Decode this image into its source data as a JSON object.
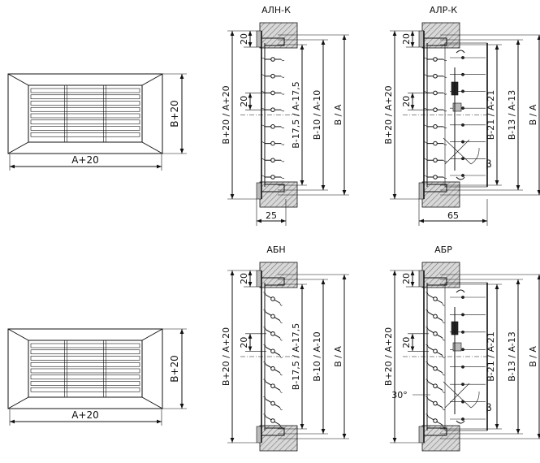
{
  "sheet": {
    "views": {
      "aln_k": {
        "title": "АЛН-К",
        "dim_top": "20",
        "dim_pitch": "20",
        "dim_overall": "B+20 / A+20",
        "dim_inner": "B-17,5 / A-17,5",
        "dim_mid": "B-10 / A-10",
        "dim_outer": "B / A",
        "dim_depth": "25"
      },
      "alr_k": {
        "title": "АЛР-К",
        "dim_top": "20",
        "dim_pitch": "20",
        "dim_overall": "B+20 / A+20",
        "dim_inner": "B-21 / A-21",
        "dim_mid": "B-13 / A-13",
        "dim_outer": "B / A",
        "dim_depth": "65",
        "angle": "β"
      },
      "abn": {
        "title": "АБН",
        "dim_top": "20",
        "dim_pitch": "20",
        "dim_overall": "B+20 / A+20",
        "dim_inner": "B-17,5 / A-17,5",
        "dim_mid": "B-10 / A-10",
        "dim_outer": "B / A"
      },
      "abr": {
        "title": "АБР",
        "dim_top": "20",
        "dim_pitch": "20",
        "dim_overall": "B+20 / A+20",
        "dim_inner": "B-21 / A-21",
        "dim_mid": "B-13 / A-13",
        "dim_outer": "B / A",
        "angle": "β",
        "angle_fixed": "30°"
      }
    },
    "front_top": {
      "width": "A+20",
      "height": "B+20"
    },
    "front_bottom": {
      "width": "A+20",
      "height": "B+20"
    }
  }
}
